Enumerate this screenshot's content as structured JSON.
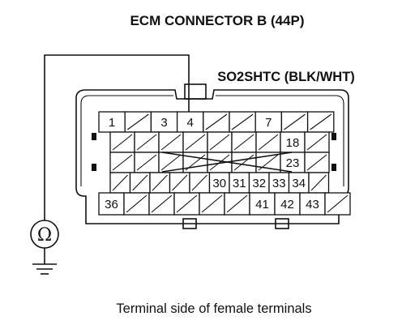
{
  "diagram": {
    "title": "ECM CONNECTOR B (44P)",
    "wire_label": "SO2SHTC (BLK/WHT)",
    "caption": "Terminal side of female terminals",
    "meter_symbol": "Ω",
    "probe_terminal": "4",
    "terminals": {
      "row1": [
        "1",
        "",
        "3",
        "4",
        "",
        "",
        "7",
        "",
        ""
      ],
      "row2": [
        "",
        "",
        "",
        "",
        "",
        "",
        "",
        "18",
        ""
      ],
      "row3": [
        "",
        "",
        "",
        "",
        "",
        "",
        "",
        "23",
        ""
      ],
      "row4": [
        "",
        "",
        "",
        "",
        "",
        "30",
        "31",
        "32",
        "33",
        "34",
        ""
      ],
      "row5": [
        "36",
        "",
        "",
        "",
        "",
        "",
        "41",
        "42",
        "43",
        ""
      ]
    }
  }
}
